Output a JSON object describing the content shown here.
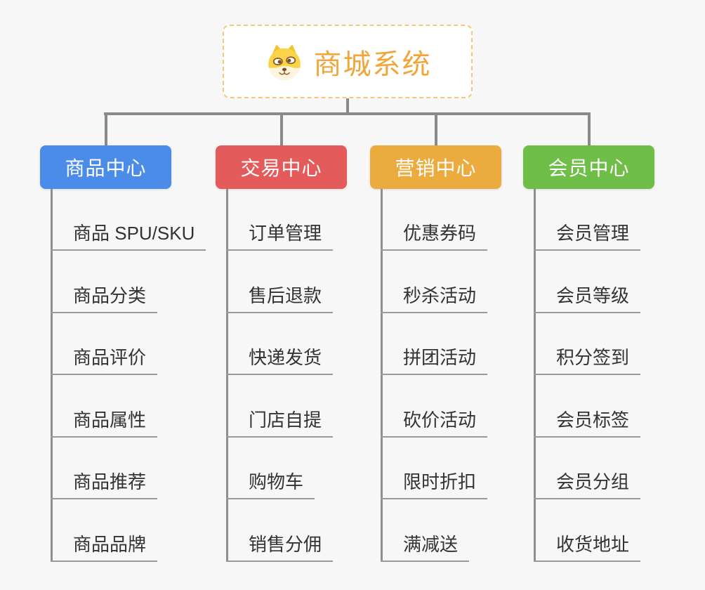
{
  "page": {
    "background_color": "#f7f7f7",
    "connector_color": "#8a8a8a",
    "leaf_text_color": "#333333",
    "leaf_line_color": "#9a9a9a"
  },
  "root": {
    "title": "商城系统",
    "text_color": "#f0a63b",
    "border_color": "#f5c878",
    "icon": "doge-icon",
    "icon_colors": {
      "fur": "#fbd348",
      "ear": "#f6c02f",
      "muzzle": "#fdf5e0",
      "outline": "#8a5a2b"
    }
  },
  "branches": [
    {
      "name": "product-center",
      "label": "商品中心",
      "color": "#4a8ce8",
      "items": [
        "商品 SPU/SKU",
        "商品分类",
        "商品评价",
        "商品属性",
        "商品推荐",
        "商品品牌"
      ]
    },
    {
      "name": "trade-center",
      "label": "交易中心",
      "color": "#e45b5b",
      "items": [
        "订单管理",
        "售后退款",
        "快递发货",
        "门店自提",
        "购物车",
        "销售分佣"
      ]
    },
    {
      "name": "marketing-center",
      "label": "营销中心",
      "color": "#ecab3e",
      "items": [
        "优惠券码",
        "秒杀活动",
        "拼团活动",
        "砍价活动",
        "限时折扣",
        "满减送"
      ]
    },
    {
      "name": "member-center",
      "label": "会员中心",
      "color": "#6ebe48",
      "items": [
        "会员管理",
        "会员等级",
        "积分签到",
        "会员标签",
        "会员分组",
        "收货地址"
      ]
    }
  ]
}
